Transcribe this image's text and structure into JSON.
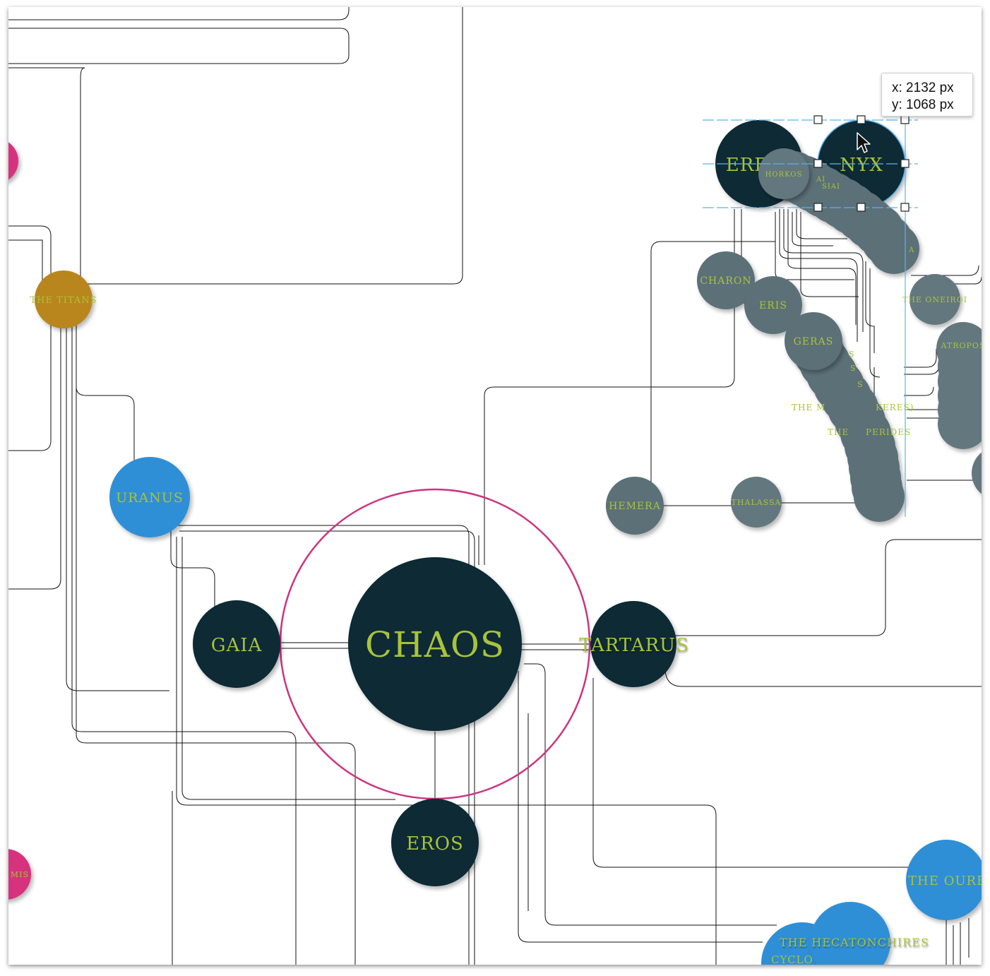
{
  "tooltip": {
    "x_text": "x: 2132 px",
    "y_text": "y: 1068 px"
  },
  "colors": {
    "dark_node": "#072a36",
    "grey_node": "#5b6f78",
    "blue_node": "#2f8fd6",
    "gold_node": "#b8861c",
    "pink_node": "#d6327d",
    "label": "#a9c23a",
    "selection_ring": "#cc3480",
    "guide": "#5bb3ea",
    "edge": "#111111"
  },
  "nodes": [
    {
      "id": "chaos",
      "label": "CHAOS",
      "kind": "dark"
    },
    {
      "id": "gaia",
      "label": "GAIA",
      "kind": "dark"
    },
    {
      "id": "tartarus",
      "label": "TARTARUS",
      "kind": "dark"
    },
    {
      "id": "eros",
      "label": "EROS",
      "kind": "dark"
    },
    {
      "id": "erebus",
      "label": "ERE",
      "kind": "dark"
    },
    {
      "id": "nyx",
      "label": "NYX",
      "kind": "dark"
    },
    {
      "id": "uranus",
      "label": "URANUS",
      "kind": "blue"
    },
    {
      "id": "titans",
      "label": "THE TITANS",
      "kind": "gold"
    },
    {
      "id": "hemera",
      "label": "HEMERA",
      "kind": "grey"
    },
    {
      "id": "thalassa",
      "label": "THALASSA",
      "kind": "grey"
    },
    {
      "id": "charon",
      "label": "CHARON",
      "kind": "grey"
    },
    {
      "id": "eris",
      "label": "ERIS",
      "kind": "grey"
    },
    {
      "id": "geras",
      "label": "GERAS",
      "kind": "grey"
    },
    {
      "id": "oneiroi",
      "label": "THE ONEIROI",
      "kind": "grey"
    },
    {
      "id": "atropos",
      "label": "ATROPOS",
      "kind": "grey"
    },
    {
      "id": "horkos",
      "label": "HORKOS",
      "kind": "grey"
    },
    {
      "id": "ourea",
      "label": "THE OUREA",
      "kind": "blue"
    },
    {
      "id": "hecatonchires",
      "label": "THE HECATONCHIRES",
      "kind": "blue"
    },
    {
      "id": "cyclopes",
      "label": "CYCLO",
      "kind": "blue"
    },
    {
      "id": "pink_top",
      "label": "",
      "kind": "pink"
    },
    {
      "id": "pink_bottom",
      "label": "MIS",
      "kind": "pink"
    }
  ],
  "overlap_labels": {
    "moirai": "THE M",
    "keres": "KERES)",
    "hesperides_a": "THE",
    "hesperides_b": "PERIDES",
    "ai_a": "AI",
    "ai_b": "SIAI",
    "a_end": "A",
    "s_a": "S",
    "s_b": "S",
    "s_c": "S"
  }
}
